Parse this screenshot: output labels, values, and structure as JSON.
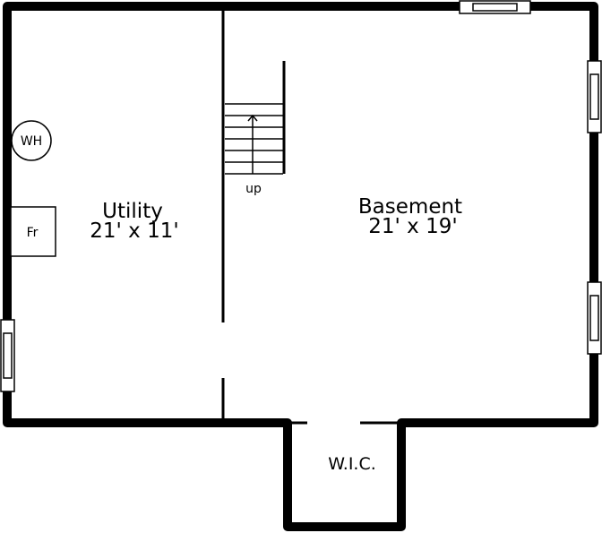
{
  "rooms": {
    "utility": {
      "name": "Utility",
      "dimensions": "21' x 11'"
    },
    "basement": {
      "name": "Basement",
      "dimensions": "21' x 19'"
    },
    "wic": {
      "name": "W.I.C."
    }
  },
  "fixtures": {
    "water_heater": "WH",
    "furnace": "Fr",
    "stairs_label": "up"
  }
}
